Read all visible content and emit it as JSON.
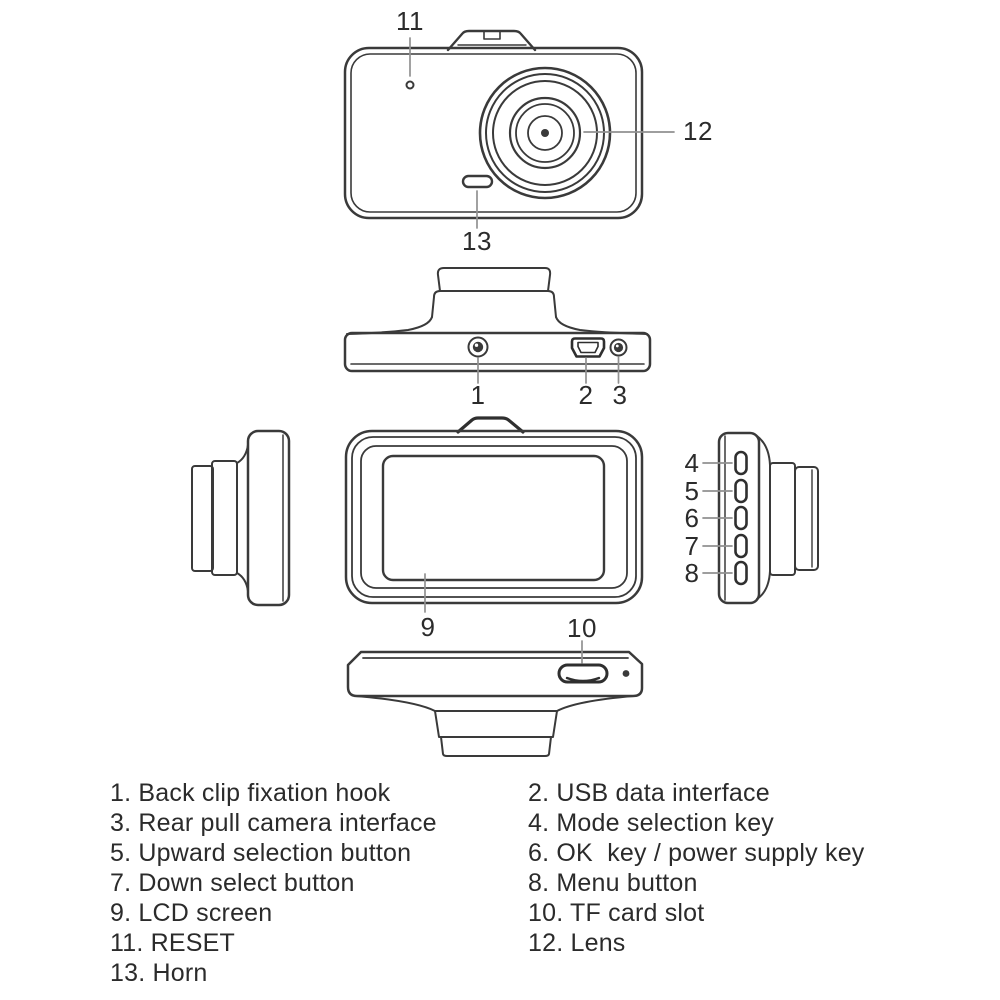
{
  "callouts": {
    "c1": "1",
    "c2": "2",
    "c3": "3",
    "c4": "4",
    "c5": "5",
    "c6": "6",
    "c7": "7",
    "c8": "8",
    "c9": "9",
    "c10": "10",
    "c11": "11",
    "c12": "12",
    "c13": "13"
  },
  "legend": {
    "left": [
      "1. Back clip fixation hook",
      "3. Rear pull camera interface",
      "5. Upward selection button",
      "7. Down select button",
      "9. LCD screen",
      "11. RESET",
      "13. Horn"
    ],
    "right": [
      "2. USB data interface",
      "4. Mode selection key",
      "6. OK  key / power supply key",
      "8. Menu button",
      "10. TF card slot",
      "12. Lens"
    ]
  },
  "colors": {
    "background": "#ffffff",
    "line": "#3a3a3a",
    "heavy_line": "#2f2f2f",
    "leader_line": "#919191",
    "text": "#2b2b2b"
  }
}
